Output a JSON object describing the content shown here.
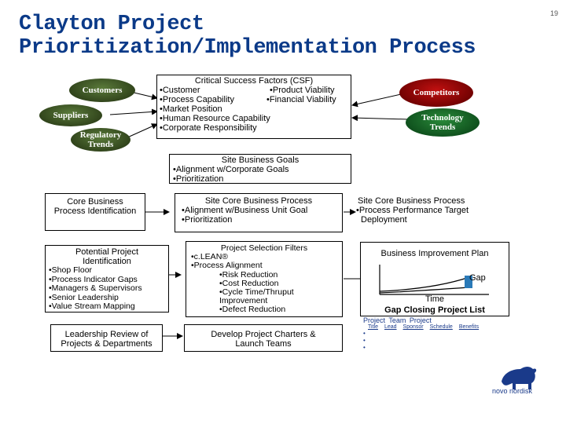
{
  "title_line1": "Clayton Project",
  "title_line2": "Prioritization/Implementation Process",
  "page_number": "19",
  "left_ellipses": {
    "customers": "Customers",
    "suppliers": "Suppliers",
    "regulatory": "Regulatory Trends"
  },
  "right_ellipses": {
    "competitors": "Competitors",
    "technology": "Technology Trends"
  },
  "csf": {
    "heading": "Critical Success Factors (CSF)",
    "line1_a": "•Customer",
    "line1_b": "•Product Viability",
    "line2_a": "•Process Capability",
    "line2_b": "•Financial Viability",
    "line3": "•Market Position",
    "line4": "•Human Resource Capability",
    "line5": "•Corporate Responsibility"
  },
  "site_goals": {
    "heading": "Site Business Goals",
    "item1": "•Alignment w/Corporate Goals",
    "item2": "•Prioritization"
  },
  "core_id": "Core Business Process Identification",
  "site_core": {
    "heading": "Site Core Business Process",
    "item1": "•Alignment w/Business Unit Goal",
    "item2": "•Prioritization"
  },
  "site_core_right": {
    "heading": "Site Core Business Process",
    "item1": "•Process Performance Target",
    "item2": "Deployment"
  },
  "potential": {
    "heading": "Potential Project Identification",
    "items": [
      "•Shop Floor",
      "•Process Indicator Gaps",
      "•Managers & Supervisors",
      "•Senior Leadership",
      "•Value Stream Mapping"
    ]
  },
  "filters": {
    "heading": "Project Selection Filters",
    "item1": "•c.LEAN®",
    "item2": "•Process Alignment",
    "sub1": "•Risk Reduction",
    "sub2": "•Cost Reduction",
    "sub3": "•Cycle Time/Thruput",
    "sub4": "Improvement",
    "sub5": "•Defect Reduction"
  },
  "improvement_plan": {
    "heading": "Business Improvement Plan",
    "gap": "Gap",
    "time": "Time"
  },
  "gap_list": {
    "heading": "Gap Closing Project List",
    "row1": "Project Team Project",
    "cols": [
      "Title",
      "Lead",
      "Sponsor",
      "Schedule",
      "Benefits"
    ],
    "bullets": [
      "•",
      "•",
      "•"
    ]
  },
  "leadership": "Leadership Review of Projects & Departments",
  "charters": "Develop Project Charters & Launch Teams",
  "logo_text": "novo nordisk",
  "colors": {
    "title": "#0b3a88",
    "ellipse_dark": "#2c3e18",
    "ellipse_red": "#8a0000",
    "ellipse_green": "#0c4a1a"
  }
}
